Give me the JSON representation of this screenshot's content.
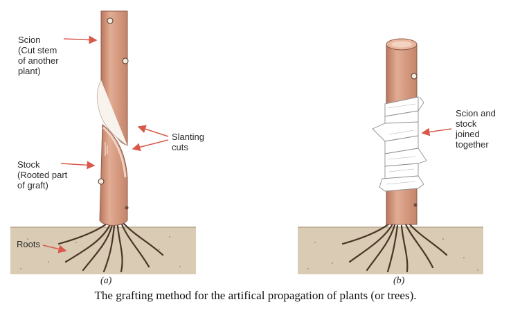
{
  "panel_a": {
    "label": "(a)",
    "scion_label": "Scion\n(Cut stem\nof another\nplant)",
    "slanting_cuts_label": "Slanting\ncuts",
    "stock_label": "Stock\n(Rooted part\nof graft)",
    "roots_label": "Roots"
  },
  "panel_b": {
    "label": "(b)",
    "joined_label": "Scion and\nstock\njoined\ntogether"
  },
  "caption": "The grafting method for the artifical propagation of plants (or trees).",
  "colors": {
    "stem": "#d49a7e",
    "stem_dark": "#a86a55",
    "soil": "#d9cbb4",
    "arrow": "#d8584a",
    "roots": "#4a3426"
  }
}
